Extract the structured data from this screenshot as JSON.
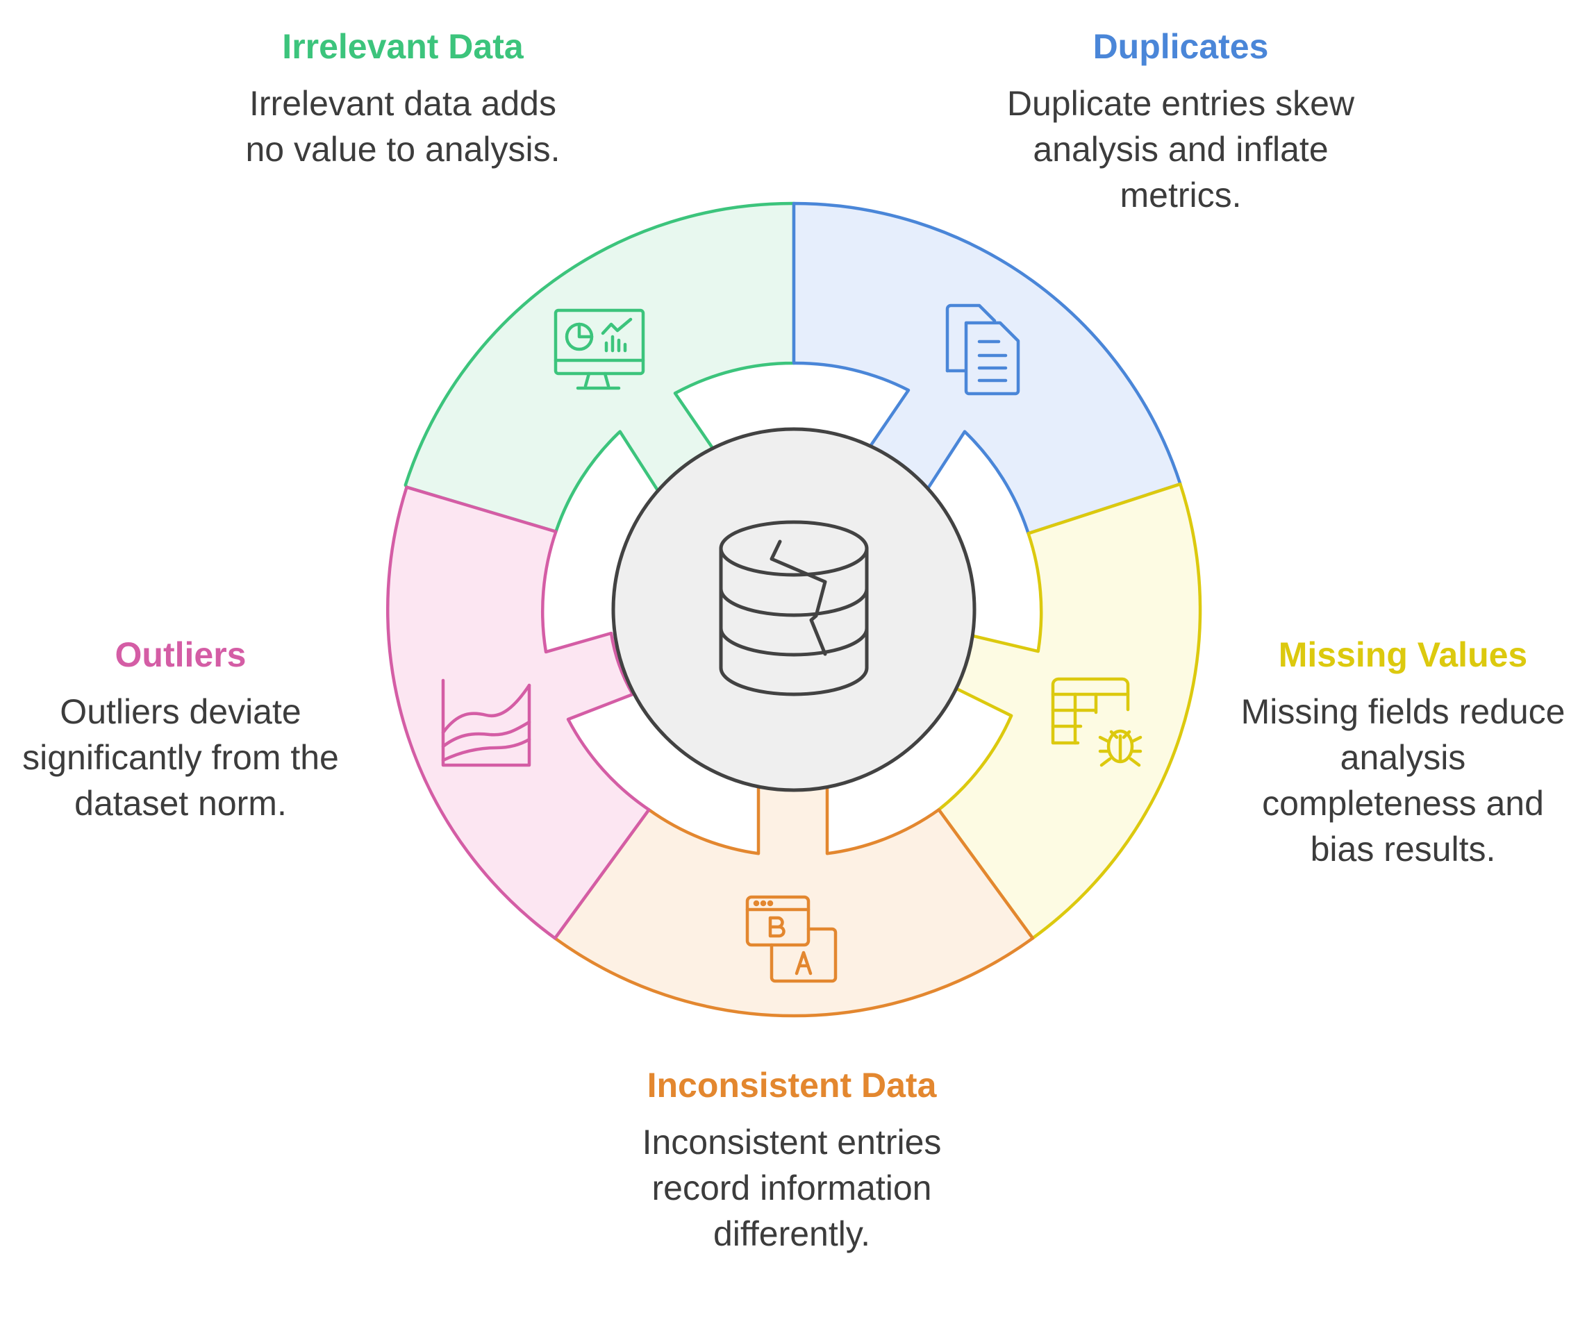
{
  "center": {
    "icon": "database-crack-icon"
  },
  "segments": {
    "irrelevant": {
      "title": "Irrelevant Data",
      "description": "Irrelevant data adds no value to analysis.",
      "icon": "dashboard-monitor-icon",
      "stroke": "#3cc47c",
      "fill": "#e8f8ef"
    },
    "duplicates": {
      "title": "Duplicates",
      "description": "Duplicate entries skew analysis and inflate metrics.",
      "icon": "copy-documents-icon",
      "stroke": "#4a86d8",
      "fill": "#e6eefc"
    },
    "missing": {
      "title": "Missing Values",
      "description": "Missing fields reduce analysis completeness and bias results.",
      "icon": "table-bug-icon",
      "stroke": "#dcc90e",
      "fill": "#fdfbe3"
    },
    "inconsistent": {
      "title": "Inconsistent Data",
      "description": "Inconsistent entries record information differently.",
      "icon": "browser-ab-icon",
      "stroke": "#e3872f",
      "fill": "#fdf1e4"
    },
    "outliers": {
      "title": "Outliers",
      "description": "Outliers deviate significantly from the dataset norm.",
      "icon": "area-chart-icon",
      "stroke": "#d45da5",
      "fill": "#fce6f2"
    }
  }
}
